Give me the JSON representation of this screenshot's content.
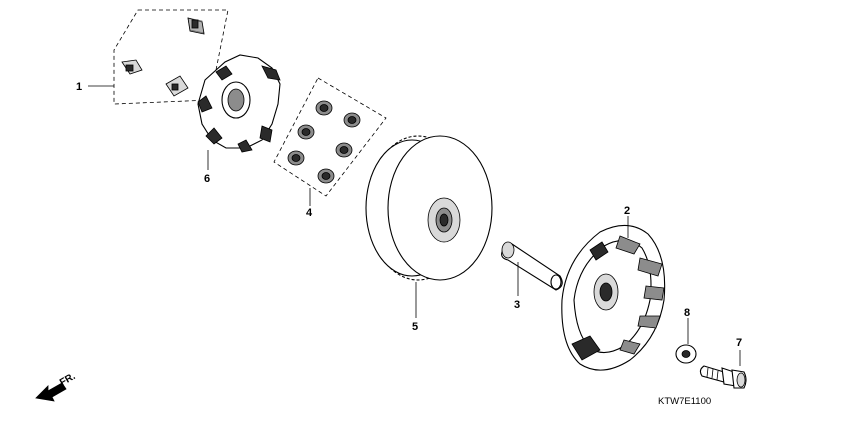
{
  "diagram": {
    "callouts": [
      {
        "id": "callout-1",
        "text": "1"
      },
      {
        "id": "callout-2",
        "text": "2"
      },
      {
        "id": "callout-3",
        "text": "3"
      },
      {
        "id": "callout-4",
        "text": "4"
      },
      {
        "id": "callout-5",
        "text": "5"
      },
      {
        "id": "callout-6",
        "text": "6"
      },
      {
        "id": "callout-7",
        "text": "7"
      },
      {
        "id": "callout-8",
        "text": "8"
      }
    ],
    "direction_label": "FR.",
    "diagram_code": "KTW7E1100"
  }
}
